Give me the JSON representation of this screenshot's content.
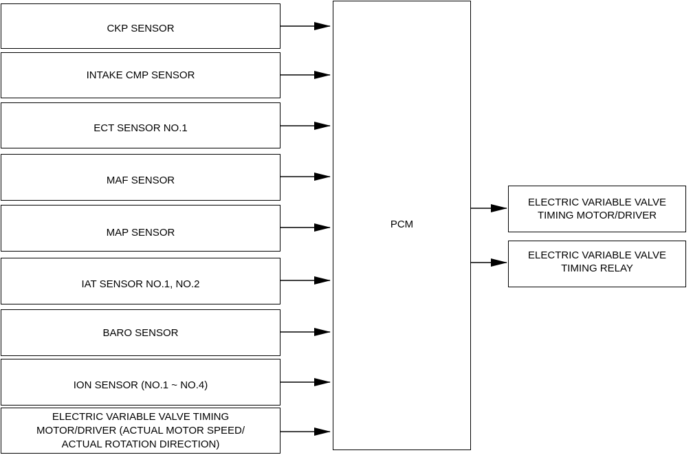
{
  "inputs": [
    {
      "label": "CKP SENSOR"
    },
    {
      "label": "INTAKE CMP SENSOR"
    },
    {
      "label": "ECT SENSOR NO.1"
    },
    {
      "label": "MAF SENSOR"
    },
    {
      "label": "MAP SENSOR"
    },
    {
      "label": "IAT SENSOR NO.1, NO.2"
    },
    {
      "label": "BARO SENSOR"
    },
    {
      "label": "ION SENSOR (NO.1 ~ NO.4)"
    },
    {
      "label_lines": [
        "ELECTRIC VARIABLE VALVE TIMING",
        "MOTOR/DRIVER (ACTUAL MOTOR SPEED/",
        "ACTUAL ROTATION DIRECTION)"
      ]
    }
  ],
  "controller": {
    "label": "PCM"
  },
  "outputs": [
    {
      "label_lines": [
        "ELECTRIC VARIABLE VALVE",
        "TIMING MOTOR/DRIVER"
      ]
    },
    {
      "label_lines": [
        "ELECTRIC VARIABLE VALVE",
        "TIMING RELAY"
      ]
    }
  ]
}
